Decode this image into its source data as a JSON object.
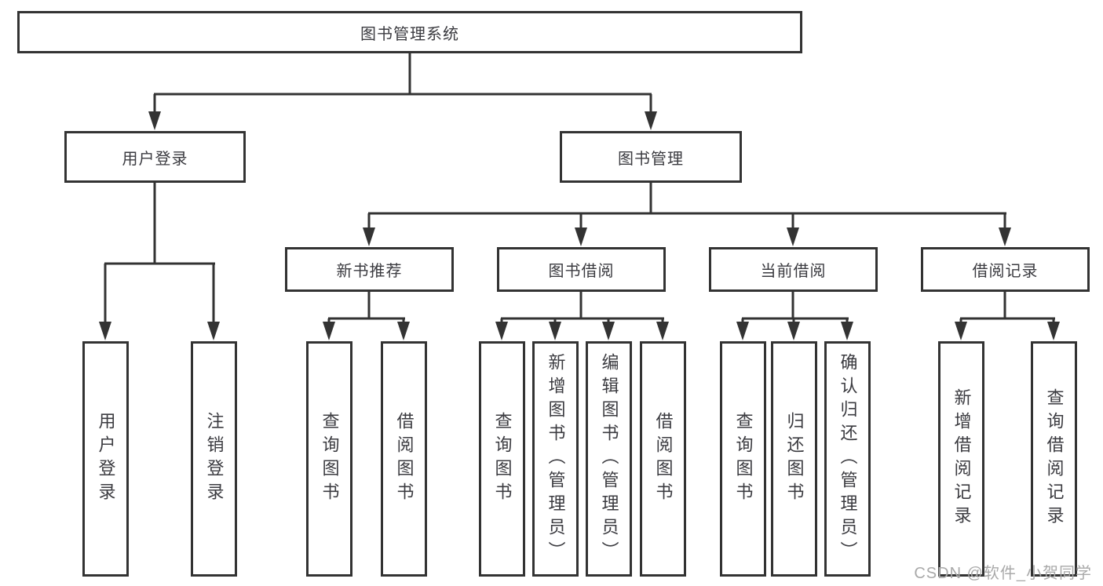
{
  "diagram": {
    "root": {
      "label": "图书管理系统"
    },
    "level2": [
      {
        "label": "用户登录"
      },
      {
        "label": "图书管理"
      }
    ],
    "level3": [
      {
        "label": "新书推荐"
      },
      {
        "label": "图书借阅"
      },
      {
        "label": "当前借阅"
      },
      {
        "label": "借阅记录"
      }
    ],
    "leaves": {
      "user_login": [
        {
          "label": "用户登录"
        },
        {
          "label": "注销登录"
        }
      ],
      "new_book": [
        {
          "label": "查询图书"
        },
        {
          "label": "借阅图书"
        }
      ],
      "book_borrow": [
        {
          "label": "查询图书"
        },
        {
          "label": "新增图书（管理员）"
        },
        {
          "label": "编辑图书（管理员）"
        },
        {
          "label": "借阅图书"
        }
      ],
      "current_borrow": [
        {
          "label": "查询图书"
        },
        {
          "label": "归还图书"
        },
        {
          "label": "确认归还（管理员）"
        }
      ],
      "borrow_record": [
        {
          "label": "新增借阅记录"
        },
        {
          "label": "查询借阅记录"
        }
      ]
    }
  },
  "watermark": {
    "text": "CSDN @软件_小贺同学"
  },
  "colors": {
    "line": "#333333",
    "border": "#333333",
    "text": "#3b3b40",
    "watermark": "#a9a9a9",
    "background": "#ffffff"
  }
}
